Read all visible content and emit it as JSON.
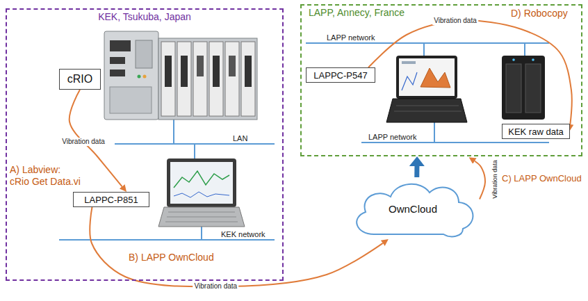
{
  "diagram": {
    "nodes": [
      {
        "text": [
          "KEK, Tsukuba, Japan"
        ]
      },
      {
        "text": [
          "cRIO"
        ],
        "in": 0
      },
      {
        "text": [
          "LAPPC-P851"
        ],
        "in": 0
      },
      {
        "text": [
          "LAPP, Annecy, France"
        ]
      },
      {
        "text": [
          "LAPPC-P547"
        ],
        "in": 3
      },
      {
        "text": [
          "KEK raw data"
        ],
        "in": 3
      },
      {
        "text": [
          "OwnCloud"
        ]
      }
    ],
    "edges": [
      {
        "from": 1,
        "to": 2,
        "arrow": "to",
        "label": "Vibration data"
      },
      {
        "from": 2,
        "to": 6,
        "arrow": "to",
        "label": "Vibration data"
      },
      {
        "from": 6,
        "to": 3,
        "arrow": "to",
        "label": "Vibration data"
      },
      {
        "from": 6,
        "to": 3,
        "arrow": "to"
      },
      {
        "from": 4,
        "to": 5,
        "arrow": "to",
        "label": "Vibration data"
      }
    ],
    "labels": [
      "A) Labview: cRio Get Data.vi",
      "LAN",
      "KEK network",
      "B) LAPP OwnCloud",
      "C) LAPP OwnCloud",
      "D) Robocopy",
      "LAPP network",
      "LAPP network"
    ]
  }
}
